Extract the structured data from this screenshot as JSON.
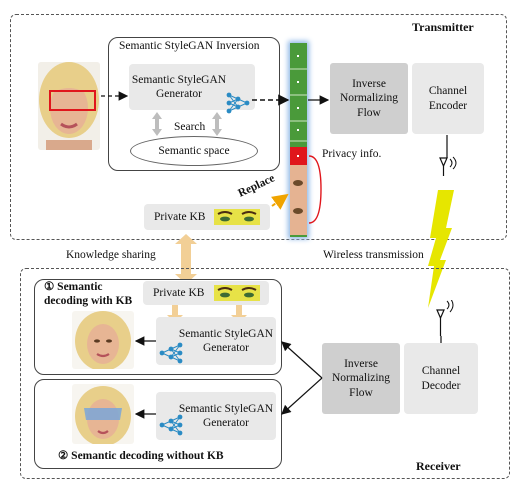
{
  "transmitter": {
    "title": "Transmitter",
    "inversion_title": "Semantic StyleGAN Inversion",
    "generator_label": "Semantic StyleGAN Generator",
    "search_label": "Search",
    "semantic_space_label": "Semantic space",
    "flow_label": "Inverse Normalizing Flow",
    "channel_encoder_label": "Channel Encoder",
    "privacy_label": "Privacy info.",
    "replace_label": "Replace",
    "private_kb_label": "Private KB"
  },
  "middle": {
    "knowledge_sharing_label": "Knowledge sharing",
    "wireless_label": "Wireless transmission"
  },
  "receiver": {
    "title": "Receiver",
    "private_kb_label": "Private KB",
    "decoding_with_kb_label": "① Semantic decoding with KB",
    "decoding_without_kb_label": "② Semantic decoding without KB",
    "generator_label_1": "Semantic StyleGAN Generator",
    "generator_label_2": "Semantic StyleGAN Generator",
    "flow_label": "Inverse Normalizing Flow",
    "channel_decoder_label": "Channel Decoder"
  },
  "colors": {
    "latent_green": "#4a9a3a",
    "privacy_red": "#e0161c",
    "replace_orange": "#f0a400",
    "lightning_yellow": "#e6e600",
    "kb_arrow": "#f2cf96",
    "network_blue": "#2a8bc4"
  },
  "icons": [
    "neural-network-icon",
    "antenna-icon",
    "lightning-icon",
    "mask-icon"
  ]
}
